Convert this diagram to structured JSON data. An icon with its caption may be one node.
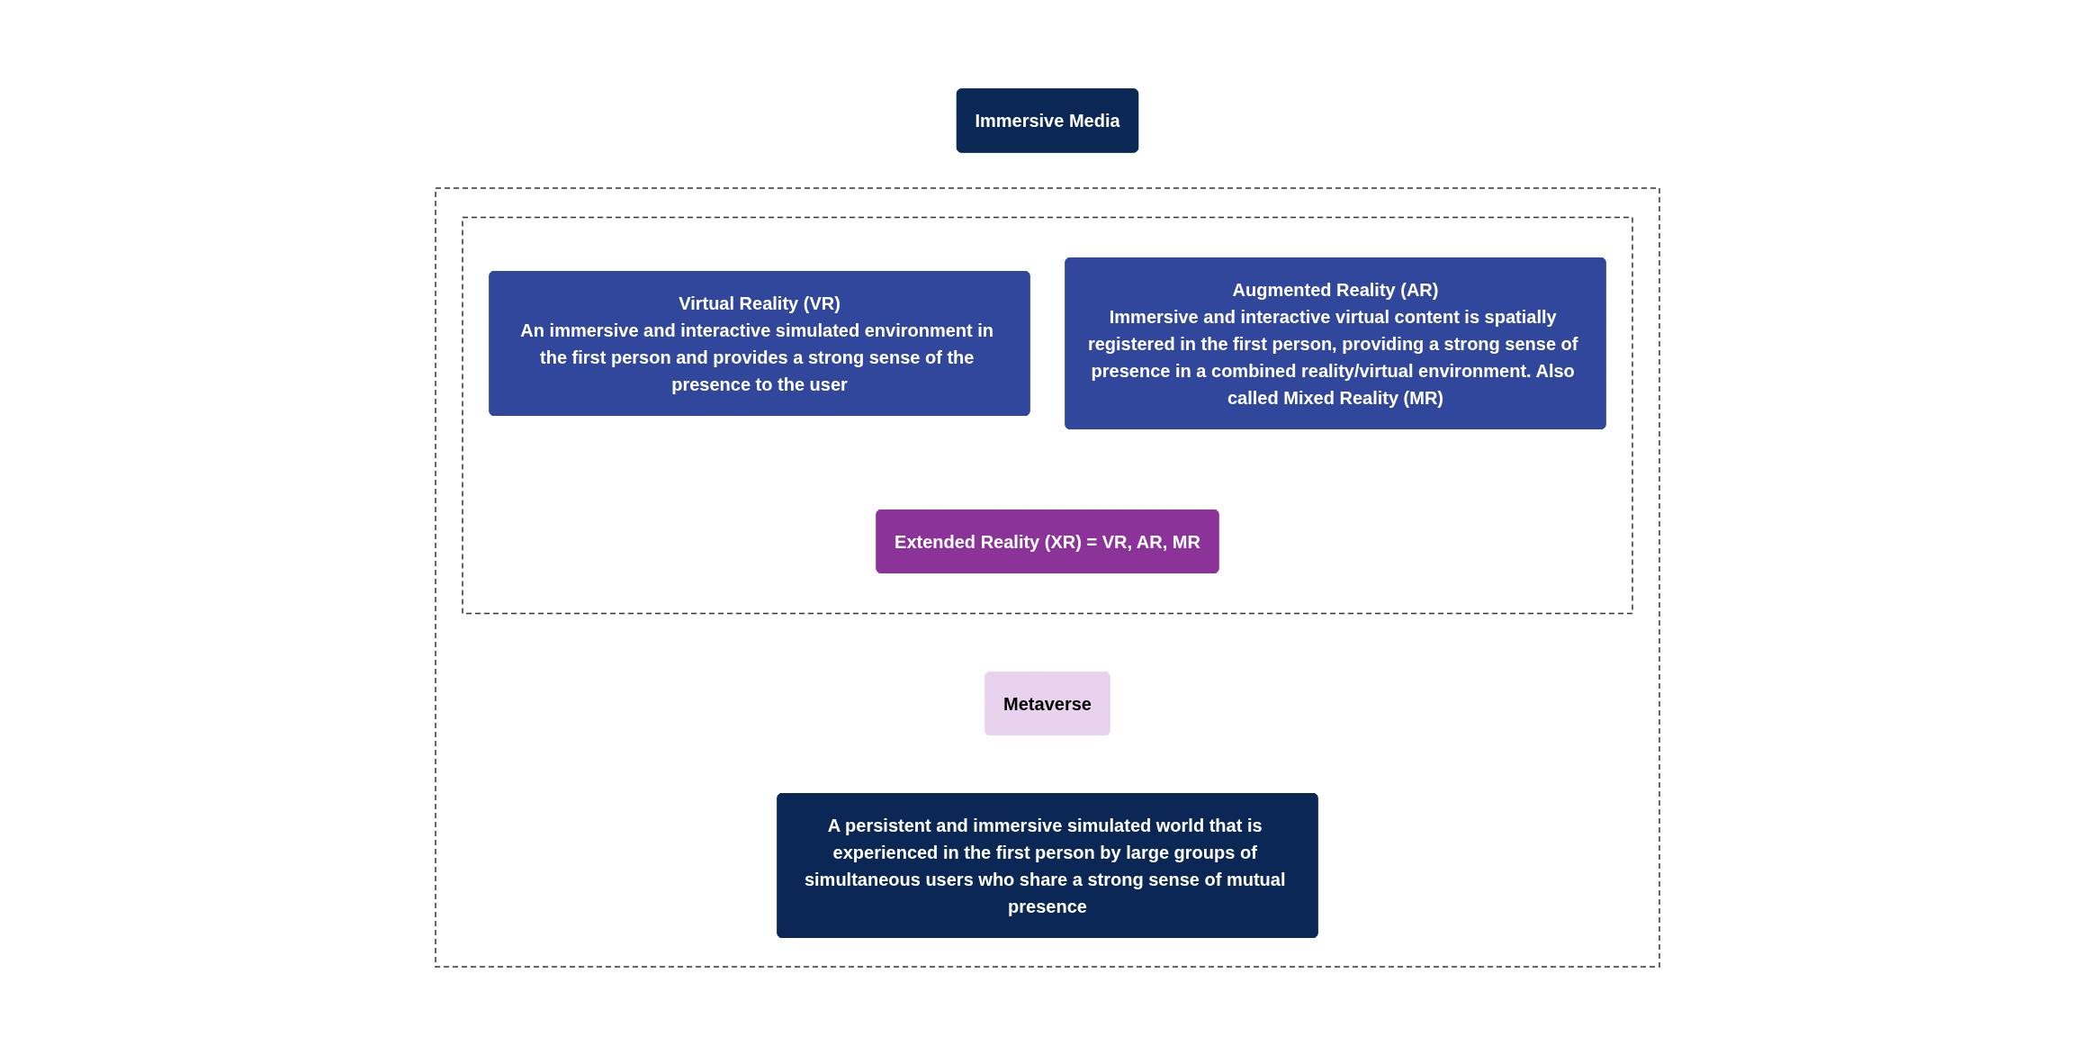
{
  "diagram": {
    "nodes": [
      {
        "text": [
          "Immersive Media"
        ]
      },
      {
        "text": [],
        "shape": "box"
      },
      {
        "text": [],
        "shape": "box",
        "in": 1
      },
      {
        "text": [
          "Virtual Reality (VR)",
          "An immersive and interactive simulated environment in the first person and provides a strong sense of the presence to the user"
        ],
        "in": 2
      },
      {
        "text": [
          "Augmented Reality (AR)",
          "Immersive and interactive virtual content is spatially registered in the first person, providing a strong sense of presence in a combined reality/virtual environment. Also called Mixed Reality (MR)"
        ],
        "in": 2
      },
      {
        "text": [
          "Extended Reality (XR) = VR, AR, MR"
        ],
        "in": 2
      },
      {
        "text": [
          "Metaverse"
        ],
        "in": 1
      },
      {
        "text": [
          "A persistent and immersive simulated world that is experienced in the first person by large groups of simultaneous users who share a strong sense of mutual presence"
        ],
        "in": 1
      }
    ]
  }
}
